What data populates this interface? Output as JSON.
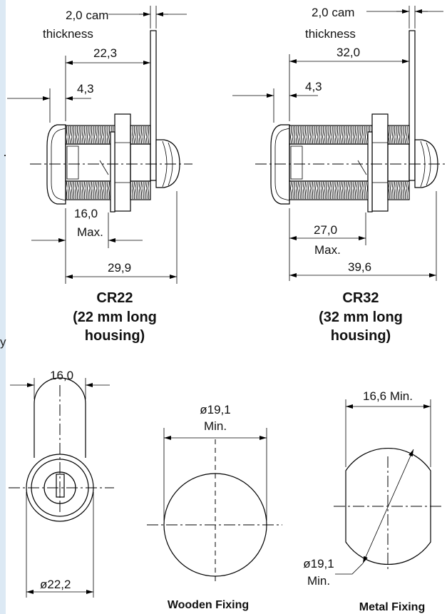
{
  "side_views": {
    "cr22": {
      "cam_thickness": [
        "2,0 cam",
        "thickness"
      ],
      "dim_cam_length": "22,3",
      "dim_flange": "4,3",
      "dim_max": [
        "16,0",
        "Max."
      ],
      "dim_total": "29,9",
      "caption": [
        "CR22",
        "(22 mm long",
        "housing)"
      ]
    },
    "cr32": {
      "cam_thickness": [
        "2,0 cam",
        "thickness"
      ],
      "dim_cam_length": "32,0",
      "dim_flange": "4,3",
      "dim_max": [
        "27,0",
        "Max."
      ],
      "dim_total": "39,6",
      "caption": [
        "CR32",
        "(32 mm long",
        "housing)"
      ]
    }
  },
  "front_view": {
    "dim_width": "16,0",
    "dim_diameter": "ø22,2"
  },
  "wooden_fixing": {
    "dim_hole": [
      "ø19,1",
      "Min."
    ],
    "caption": "Wooden Fixing"
  },
  "metal_fixing": {
    "dim_flat": "16,6 Min.",
    "dim_hole": [
      "ø19,1",
      "Min."
    ],
    "caption": "Metal Fixing"
  },
  "stray_text": "y"
}
